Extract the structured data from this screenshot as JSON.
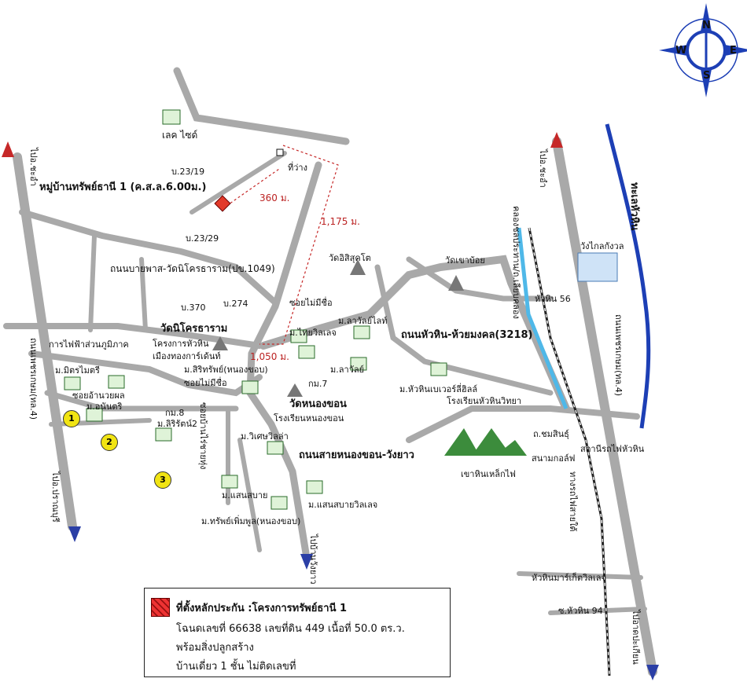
{
  "compass": {
    "n": "N",
    "s": "S",
    "e": "E",
    "w": "W"
  },
  "labels": {
    "lake_side": "เลค ไซด์",
    "village_main": "หมู่บ้านทรัพย์ธานี 1 (ค.ส.ล.6.00ม.)",
    "n23_19": "บ.23/19",
    "n23_29": "บ.23/29",
    "empty_land": "ที่ว่าง",
    "dist_360": "360 ม.",
    "dist_1175": "1,175 ม.",
    "dist_1050": "1,050 ม.",
    "road_bypass": "ถนนบายพาส-วัดนิโครธาราม(ปข.1049)",
    "wat_sisukhot": "วัดอิสิสุคโต",
    "wat_khao_noi": "วัดเขาบ้อย",
    "wang_klai": "วังไกลกังวล",
    "hua_hin_56": "หัวหิน 56",
    "n370": "บ.370",
    "n274": "บ.274",
    "soi_mai_mi_chue_1": "ซอยไม่มีชื่อ",
    "wat_nikhrotharam": "วัดนิโครธาราม",
    "m_lawan_light": "ม.ลาวัลย์ไลท์",
    "m_thai_villa": "ม.ไทยวิลเลจ",
    "road_huahin_huaimongkhon": "ถนนหัวหิน-ห้วยมงคล(3218)",
    "electric_office": "การไฟฟ้าส่วนภูมิภาค",
    "proj_huahin": "โครงการหัวหิน",
    "muang_thong": "เมืองทองการ์เด้นท์",
    "m_sitthisap": "ม.สิริทรัพย์(หนองขอบ)",
    "km7": "กม.7",
    "m_lawan": "ม.ลาวัลย์",
    "m_mitmaitri": "ม.มิตรไมตรี",
    "soi_mai_mi_chue_2": "ซอยไม่มีชื่อ",
    "wat_nong_khon": "วัดหนองขอน",
    "m_huahin_universal": "ม.หัวหินเบเวอร์ลี่ฮิลล์",
    "school_huahin": "โรงเรียนหัวหินวิทยา",
    "soi_huai_pho": "ซอยอ้านวยผล",
    "m_ananri": "ม.อนันตริ",
    "km8": "กม.8",
    "m_sirirat2": "ม.ลิริรัตน์2",
    "school_nong_khon": "โรงเรียนหนองขอน",
    "m_wisetwilla": "ม.วิเศษวิลล่า",
    "road_sai_nong_khon": "ถนนสายหนองขอน-วังยาว",
    "soi_ban_rai": "ซอยบ้านไร่ชายทุ่ง",
    "m_saensabai": "ม.แสนสบาย",
    "m_saensabai_village": "ม.แสนสบายวิลเลจ",
    "m_sap_permpoon": "ม.ทรัพย์เพิ่มพูล(หนองขอบ)",
    "khao_hin_lek_fai": "เขาหินเหล็กไฟ",
    "th_chomsin": "ถ.ชมสินธุ์",
    "golf": "สนามกอล์ฟ",
    "huahin_market": "หัวหินมาร์เก็ตวิลเลจ",
    "soi_94": "ซ.หัวหิน 94",
    "hua_hin_sea": "ทะเลหัวหิน",
    "station": "สถานีรถไฟหัวหิน",
    "to_cha_am_left": "ไปอ.ชะอำ",
    "to_pran_left": "ไปอ.ปราณบุรี",
    "road_phetkasem_left": "ถนนเพชรเกษม(ทล.4)",
    "to_cha_am_right": "ไปอ.ชะอำ",
    "road_phetkasem_right": "ถนนเพชรเกษม(ทล.4)",
    "railway": "ทางรถไฟสายใต้",
    "to_wang_yao": "ไปบ้านวังยาว",
    "to_pranburi_right": "ไปอาดปะเกียน",
    "canal_road": "คลองชลประทาน/ถ.เลียบคลอง"
  },
  "markers": {
    "one": "1",
    "two": "2",
    "three": "3"
  },
  "legend": {
    "line1": "ที่ตั้งหลักประกัน :โครงการทรัพย์ธานี 1",
    "line2": "โฉนดเลขที่ 66638 เลขที่ดิน 449 เนื้อที่ 50.0 ตร.ว.",
    "line3": "พร้อมสิ่งปลูกสร้าง",
    "line4": "บ้านเดี่ยว 1 ชั้น ไม่ติดเลขที่"
  },
  "colors": {
    "road": "#a9a9a9",
    "sea": "#1d3fb5",
    "canal": "#4fb8e8",
    "marker": "#e23a2a",
    "arrow_red": "#c62828",
    "arrow_blue": "#2b3fa6"
  }
}
